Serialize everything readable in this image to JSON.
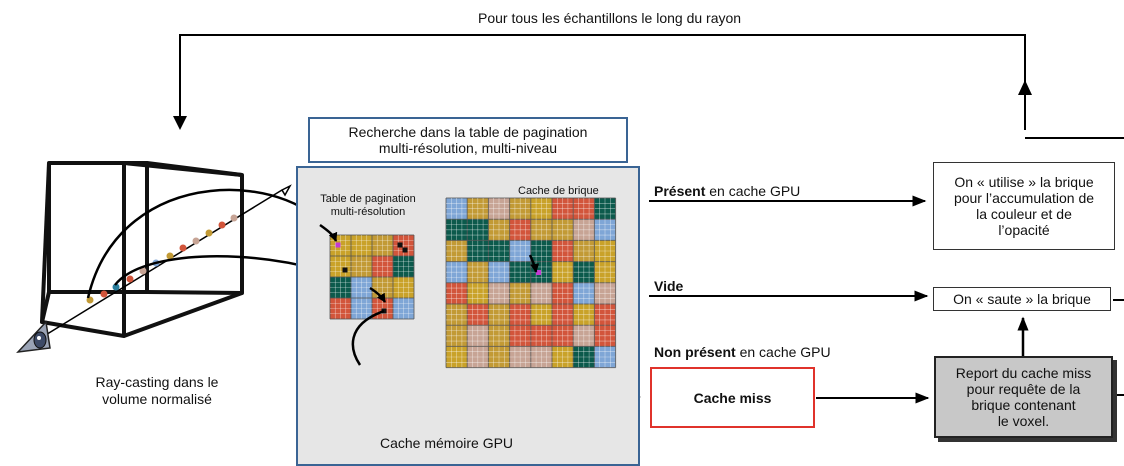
{
  "loop_label": "Pour tous les échantillons le long du rayon",
  "volume_caption": [
    "Ray-casting dans le",
    "volume normalisé"
  ],
  "lookup_box": [
    "Recherche dans la table de pagination",
    "multi-résolution, multi-niveau"
  ],
  "page_table_label": [
    "Table de pagination",
    "multi-résolution"
  ],
  "brick_cache_label": "Cache de brique",
  "gpu_cache_label": "Cache mémoire GPU",
  "present": {
    "bold": "Présent",
    "rest": " en cache GPU"
  },
  "empty": {
    "bold": "Vide",
    "rest": ""
  },
  "absent": {
    "bold": "Non présent",
    "rest": " en cache GPU"
  },
  "use_box": [
    "On « utilise » la brique",
    "pour l’accumulation de",
    "la couleur et de",
    "l’opacité"
  ],
  "skip_box": "On « saute » la brique",
  "miss_box": "Cache miss",
  "report_box": [
    "Report du cache miss",
    "pour requête de la",
    "brique contenant",
    "le voxel."
  ],
  "colors": {
    "frame_blue": "#3a6494",
    "cache_bg": "#e6e6e6",
    "miss_red": "#e0332b",
    "report_gray": "#c8c8c8",
    "tile_palette": [
      "#c29a35",
      "#7fa6d6",
      "#d2553b",
      "#0c5a4c",
      "#c7a495",
      "#c9a229"
    ]
  }
}
